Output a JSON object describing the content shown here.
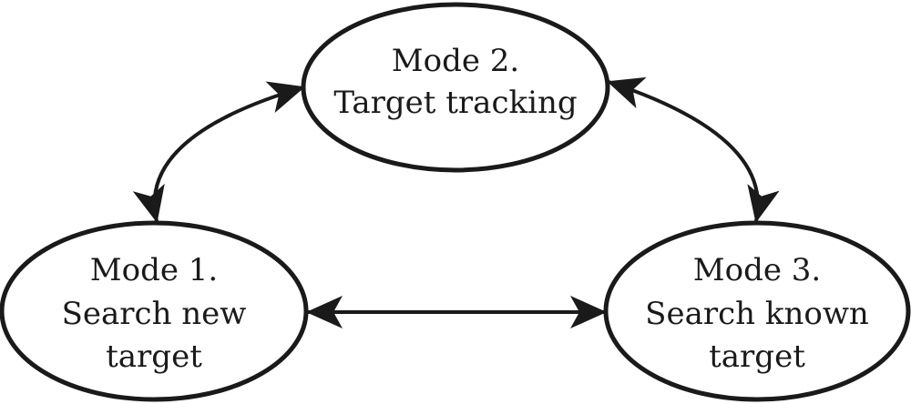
{
  "nodes": [
    {
      "id": "mode1",
      "lines": [
        "Mode 1.",
        "Search new",
        "target"
      ]
    },
    {
      "id": "mode2",
      "lines": [
        "Mode 2.",
        "Target tracking"
      ]
    },
    {
      "id": "mode3",
      "lines": [
        "Mode 3.",
        "Search known",
        "target"
      ]
    }
  ],
  "edges": [
    {
      "from": "mode1",
      "to": "mode2",
      "direction": "both"
    },
    {
      "from": "mode2",
      "to": "mode3",
      "direction": "both"
    },
    {
      "from": "mode1",
      "to": "mode3",
      "direction": "both"
    }
  ],
  "colors": {
    "stroke": "#1a1a1a",
    "fill": "#ffffff",
    "text": "#1a1a1a"
  }
}
